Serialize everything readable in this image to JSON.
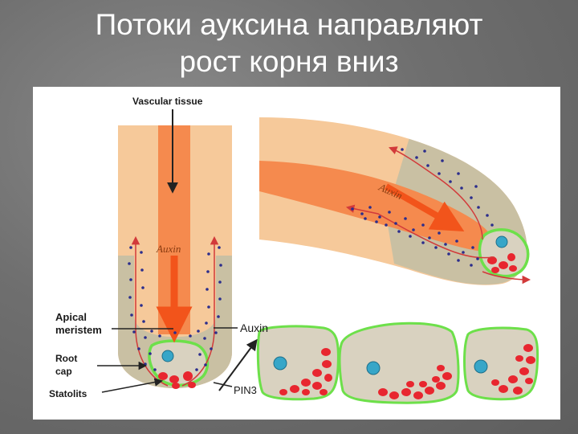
{
  "slide": {
    "title_line1": "Потоки ауксина направляют",
    "title_line2": "рост корня вниз"
  },
  "diagram": {
    "labels": {
      "vascular_tissue": "Vascular tissue",
      "auxin_center": "Auxin",
      "auxin_bent": "Auxin",
      "auxin_side": "Auxin",
      "apical_line1": "Apical",
      "apical_line2": "meristem",
      "root_line1": "Root",
      "root_line2": "cap",
      "statolits": "Statolits",
      "pin3": "PIN3"
    },
    "colors": {
      "root_tissue": "#f6c99a",
      "vascular": "#f58a4e",
      "cap": "#c9c0a3",
      "auxin_dots": "#2b2d8c",
      "flow_arrows": "#d23a3a",
      "statolith": "#e8262f",
      "pin3_membrane": "#6de04a",
      "nucleus": "#37a6c8"
    }
  }
}
